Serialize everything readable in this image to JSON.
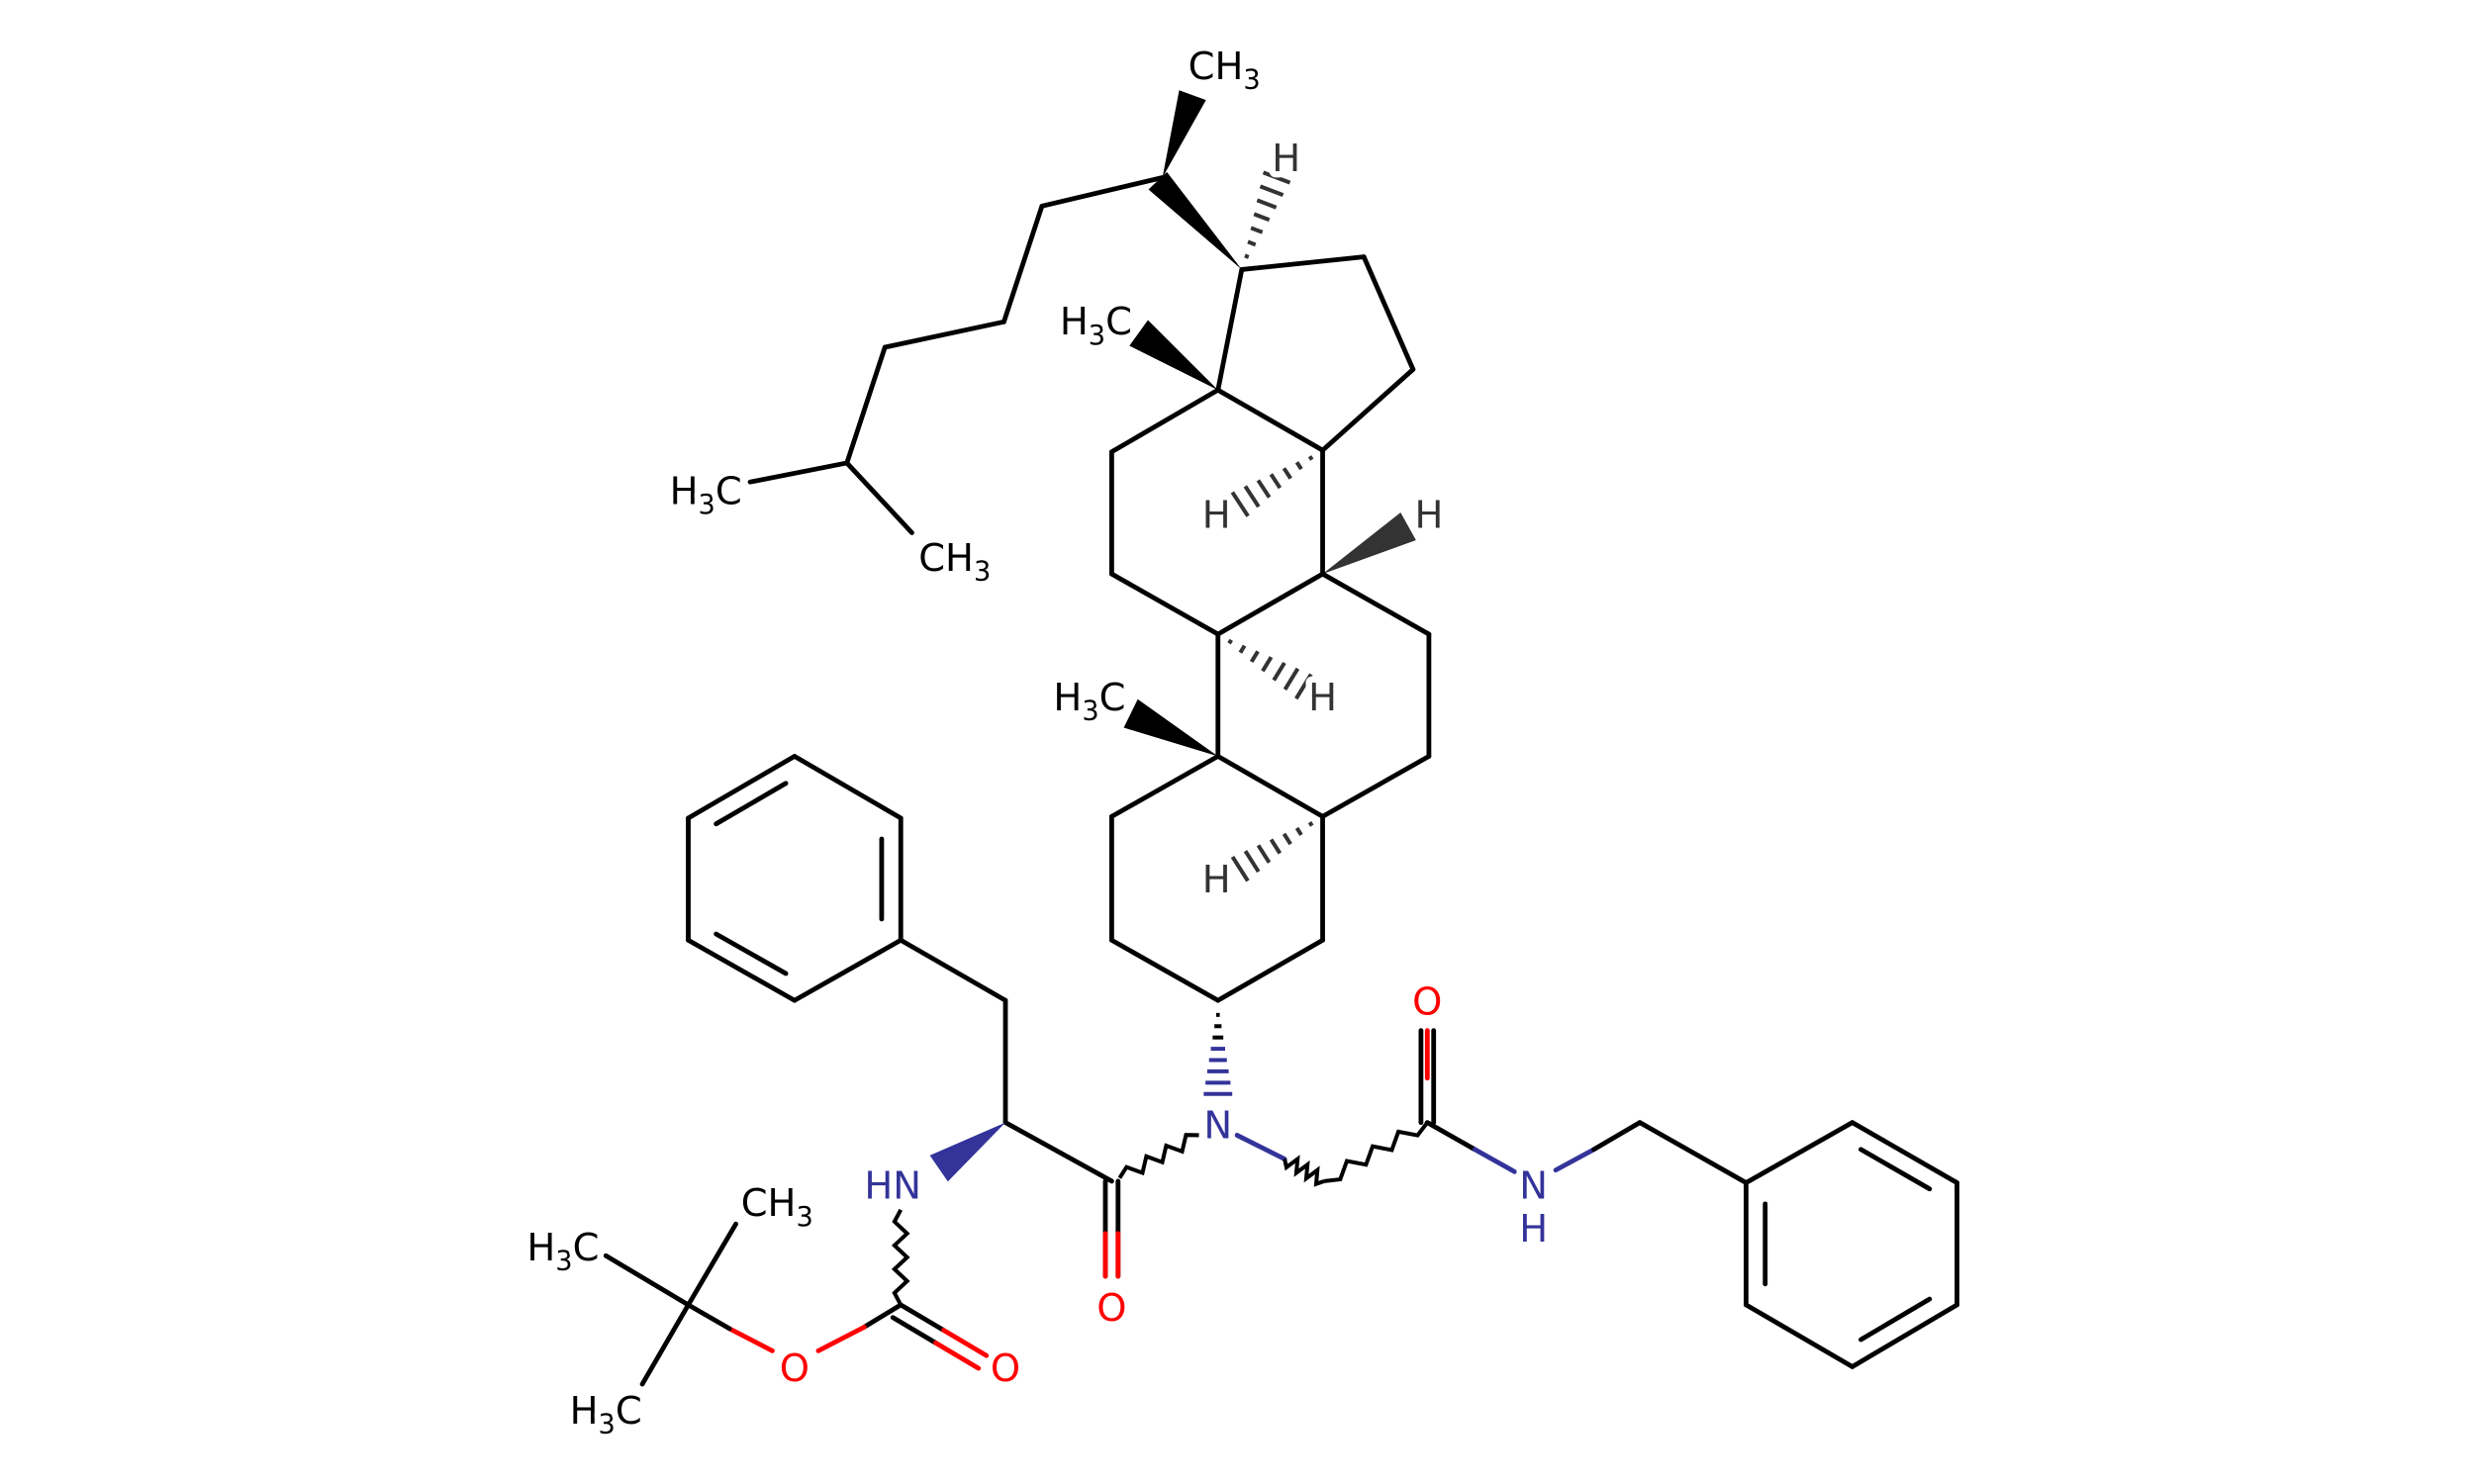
{
  "title": "Chemical structure diagram",
  "colors": {
    "carbon": "#000000",
    "nitrogen": "#33339A",
    "oxygen": "#FF0000",
    "hydrogen": "#333333"
  },
  "labels": [
    {
      "id": "ch3-top",
      "pre": "CH",
      "sub": "3",
      "post": "",
      "color": "carbon"
    },
    {
      "id": "h-c17",
      "pre": "H",
      "sub": "",
      "post": "",
      "color": "hydrogen"
    },
    {
      "id": "h3c-c13",
      "pre": "H",
      "sub": "3",
      "post": "C",
      "color": "carbon"
    },
    {
      "id": "h3c-iso",
      "pre": "H",
      "sub": "3",
      "post": "C",
      "color": "carbon"
    },
    {
      "id": "ch3-iso",
      "pre": "CH",
      "sub": "3",
      "post": "",
      "color": "carbon"
    },
    {
      "id": "h-c14",
      "pre": "H",
      "sub": "",
      "post": "",
      "color": "hydrogen"
    },
    {
      "id": "h-c8",
      "pre": "H",
      "sub": "",
      "post": "",
      "color": "hydrogen"
    },
    {
      "id": "h-c9",
      "pre": "H",
      "sub": "",
      "post": "",
      "color": "hydrogen"
    },
    {
      "id": "h3c-c10",
      "pre": "H",
      "sub": "3",
      "post": "C",
      "color": "carbon"
    },
    {
      "id": "h-c5",
      "pre": "H",
      "sub": "",
      "post": "",
      "color": "hydrogen"
    },
    {
      "id": "n-tertiary",
      "pre": "N",
      "sub": "",
      "post": "",
      "color": "nitrogen"
    },
    {
      "id": "o-glycine",
      "pre": "O",
      "sub": "",
      "post": "",
      "color": "oxygen"
    },
    {
      "id": "n-amide",
      "pre": "N",
      "sub": "",
      "post": "",
      "color": "nitrogen"
    },
    {
      "id": "h-amide",
      "pre": "H",
      "sub": "",
      "post": "",
      "color": "nitrogen"
    },
    {
      "id": "o-phe",
      "pre": "O",
      "sub": "",
      "post": "",
      "color": "oxygen"
    },
    {
      "id": "hn-boc",
      "pre": "HN",
      "sub": "",
      "post": "",
      "color": "nitrogen"
    },
    {
      "id": "o-carbonyl-boc",
      "pre": "O",
      "sub": "",
      "post": "",
      "color": "oxygen"
    },
    {
      "id": "o-ester-boc",
      "pre": "O",
      "sub": "",
      "post": "",
      "color": "oxygen"
    },
    {
      "id": "ch3-tbu",
      "pre": "CH",
      "sub": "3",
      "post": "",
      "color": "carbon"
    },
    {
      "id": "h3c-tbu-1",
      "pre": "H",
      "sub": "3",
      "post": "C",
      "color": "carbon"
    },
    {
      "id": "h3c-tbu-2",
      "pre": "H",
      "sub": "3",
      "post": "C",
      "color": "carbon"
    }
  ]
}
